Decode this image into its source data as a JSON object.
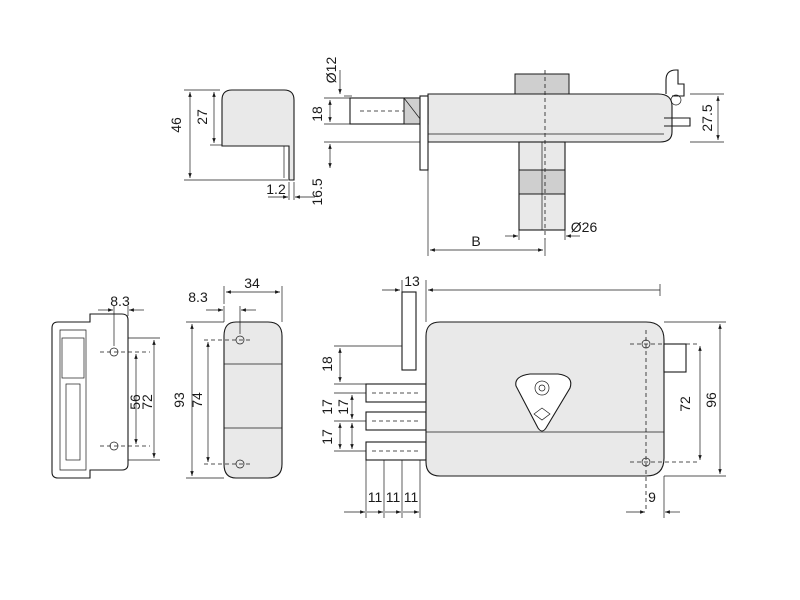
{
  "top_view": {
    "latch": {
      "height_total": "46",
      "height_cap": "27",
      "thickness": "1.2"
    },
    "lock": {
      "bolt_diameter": "Ø12",
      "bolt_height": "18",
      "offset": "16.5",
      "cylinder_diameter": "Ø26",
      "backset": "B",
      "hook_height": "27.5"
    }
  },
  "striker_plate": {
    "hole_offset": "8.3",
    "hole_spacing_inner": "56",
    "hole_spacing_outer": "72"
  },
  "keeper": {
    "hole_offset": "8.3",
    "width": "34",
    "height": "93",
    "hole_spacing": "74"
  },
  "lock_front": {
    "projection": "13",
    "bolt_offset_top": "18",
    "bolt_pitch_1": "17",
    "bolt_pitch_2": "17",
    "bolt_pitch_3": "17",
    "bolt_spacing_1": "11",
    "bolt_spacing_2": "11",
    "bolt_spacing_3": "11",
    "hole_spacing": "72",
    "height": "96",
    "edge_offset": "9"
  }
}
